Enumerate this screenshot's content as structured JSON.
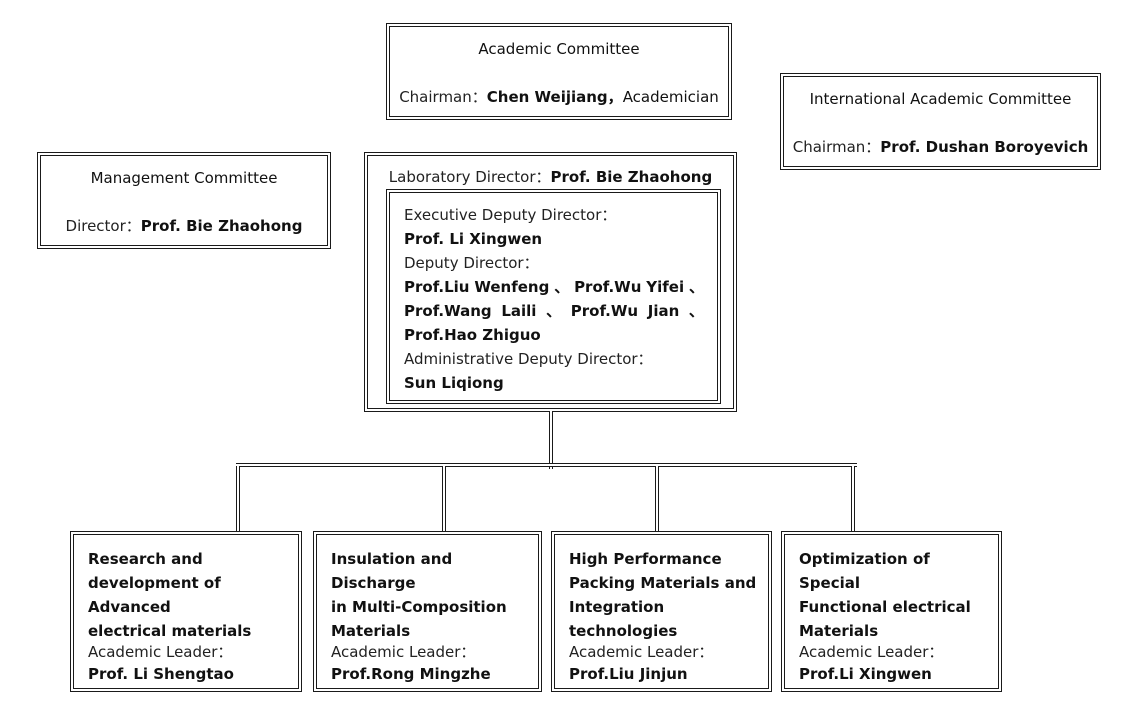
{
  "academic_committee": {
    "title": "Academic Committee",
    "chair_label": "Chairman：",
    "chair_name": "Chen Weijiang，",
    "chair_suffix": "Academician"
  },
  "international_committee": {
    "title": "International Academic Committee",
    "chair_label": "Chairman：",
    "chair_name": "Prof. Dushan Boroyevich"
  },
  "management_committee": {
    "title": "Management Committee",
    "director_label": "Director：",
    "director_name": "Prof. Bie Zhaohong"
  },
  "laboratory": {
    "director_label": "Laboratory Director：",
    "director_name": "Prof. Bie Zhaohong",
    "executive_deputy_label": "Executive Deputy Director：",
    "executive_deputy_name": "Prof. Li Xingwen",
    "deputy_label": "Deputy Director：",
    "deputy_row1": [
      "Prof.Liu",
      "Wenfeng",
      "、",
      "Prof.Wu",
      "Yifei",
      "、"
    ],
    "deputy_row2": [
      "Prof.Wang",
      "Laili",
      "、",
      "Prof.Wu",
      "Jian",
      "、"
    ],
    "deputy_row3": "Prof.Hao Zhiguo",
    "admin_deputy_label": "Administrative Deputy Director：",
    "admin_deputy_name": "Sun Liqiong"
  },
  "research_areas": [
    {
      "title_lines": [
        "Research and",
        "development of Advanced",
        "electrical materials"
      ],
      "leader_label": "Academic Leader：",
      "leader_name": "Prof. Li Shengtao"
    },
    {
      "title_lines": [
        "Insulation and Discharge",
        "in Multi-Composition",
        "Materials"
      ],
      "leader_label": "Academic Leader：",
      "leader_name": "Prof.Rong Mingzhe"
    },
    {
      "title_lines": [
        "High Performance",
        "Packing Materials and",
        "Integration technologies"
      ],
      "leader_label": "Academic Leader：",
      "leader_name": "Prof.Liu Jinjun"
    },
    {
      "title_lines": [
        "Optimization of Special",
        "Functional electrical",
        "Materials"
      ],
      "leader_label": "Academic Leader：",
      "leader_name": "Prof.Li Xingwen"
    }
  ]
}
